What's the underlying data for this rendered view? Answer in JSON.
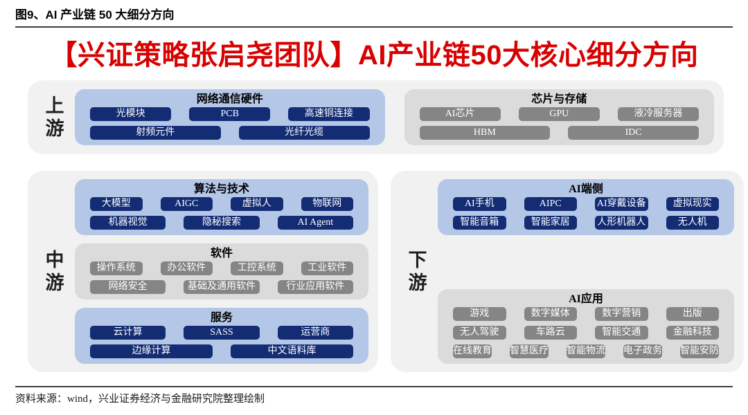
{
  "figure_header": {
    "title": "图9、AI 产业链 50 大细分方向"
  },
  "banner": {
    "title": "【兴证策略张启尧团队】AI产业链50大核心细分方向"
  },
  "colors": {
    "banner_red": "#d80000",
    "stage_background": "#f1f1f1",
    "group_blue_background": "#b4c7e7",
    "chip_blue": "#132c74",
    "group_gray_background": "#dbdbdb",
    "chip_gray": "#858585",
    "chip_text": "#ffffff"
  },
  "stages": [
    {
      "id": "upstream",
      "label": "上游",
      "groups": [
        {
          "id": "network-comm-hardware",
          "title": "网络通信硬件",
          "theme": "blue",
          "rows": [
            [
              "光模块",
              "PCB",
              "高速铜连接"
            ],
            [
              "射频元件",
              "光纤光缆"
            ]
          ]
        },
        {
          "id": "chips-storage",
          "title": "芯片与存储",
          "theme": "gray",
          "rows": [
            [
              "AI芯片",
              "GPU",
              "液冷服务器"
            ],
            [
              "HBM",
              "IDC"
            ]
          ]
        }
      ]
    },
    {
      "id": "midstream",
      "label": "中游",
      "groups": [
        {
          "id": "algorithms-tech",
          "title": "算法与技术",
          "theme": "blue",
          "rows": [
            [
              "大模型",
              "AIGC",
              "虚拟人",
              "物联网"
            ],
            [
              "机器视觉",
              "隐秘搜索",
              "AI Agent"
            ]
          ]
        },
        {
          "id": "software",
          "title": "软件",
          "theme": "gray",
          "rows": [
            [
              "操作系统",
              "办公软件",
              "工控系统",
              "工业软件"
            ],
            [
              "网络安全",
              "基础及通用软件",
              "行业应用软件"
            ]
          ]
        },
        {
          "id": "services",
          "title": "服务",
          "theme": "blue",
          "rows": [
            [
              "云计算",
              "SASS",
              "运营商"
            ],
            [
              "边缘计算",
              "中文语料库"
            ]
          ]
        }
      ]
    },
    {
      "id": "downstream",
      "label": "下游",
      "groups": [
        {
          "id": "ai-edge-devices",
          "title": "AI端侧",
          "theme": "blue",
          "rows": [
            [
              "AI手机",
              "AIPC",
              "AI穿戴设备",
              "虚拟现实"
            ],
            [
              "智能音箱",
              "智能家居",
              "人形机器人",
              "无人机"
            ]
          ]
        },
        {
          "id": "ai-applications",
          "title": "AI应用",
          "theme": "gray",
          "rows": [
            [
              "游戏",
              "数字媒体",
              "数字营销",
              "出版"
            ],
            [
              "无人驾驶",
              "车路云",
              "智能交通",
              "金融科技"
            ],
            [
              "在线教育",
              "智慧医疗",
              "智能物流",
              "电子政务",
              "智能安防"
            ]
          ]
        }
      ]
    }
  ],
  "footer": {
    "source": "资料来源：wind，兴业证券经济与金融研究院整理绘制"
  }
}
